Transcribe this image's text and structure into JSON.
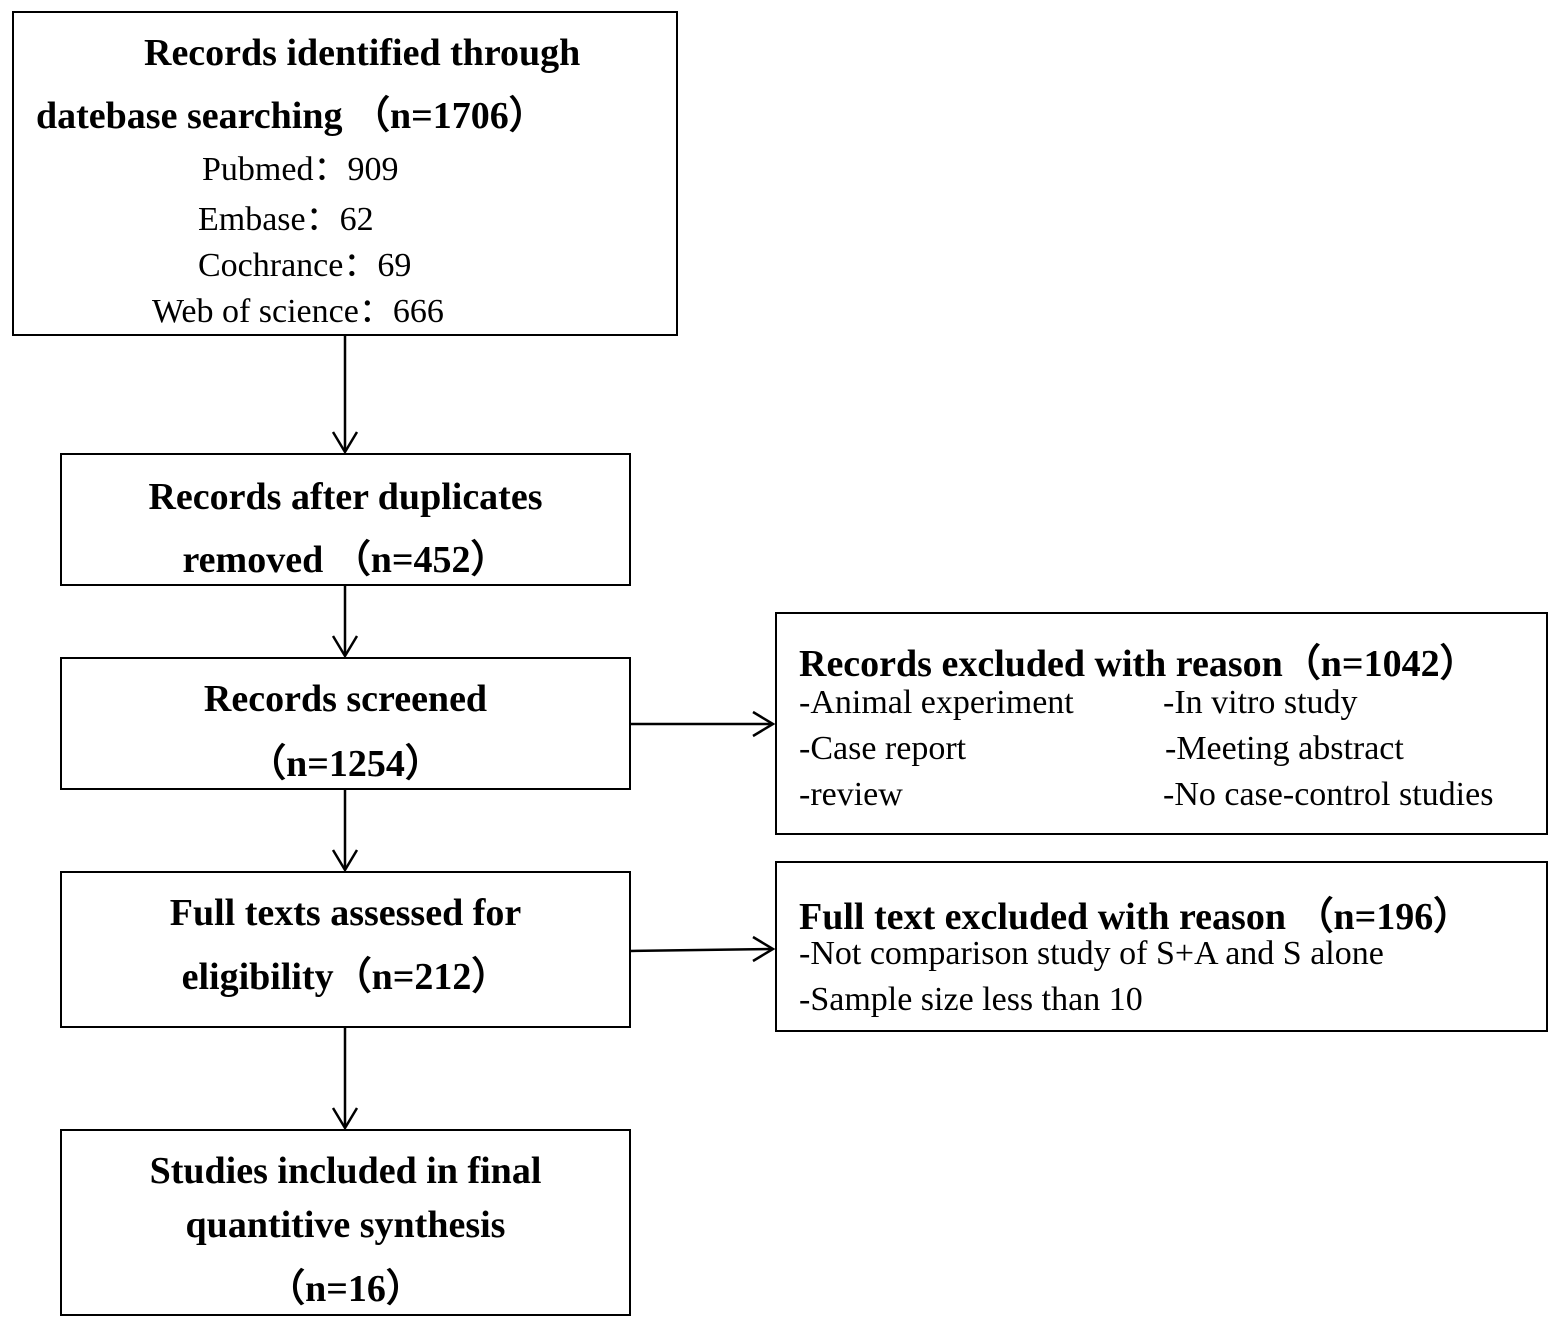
{
  "boxes": {
    "identified": {
      "title_line1": "Records identified through",
      "title_line2": "datebase searching （n=1706）",
      "sources": [
        "Pubmed：909",
        "Embase：62",
        "Cochrance：69",
        "Web of science：666"
      ]
    },
    "duplicates_removed": {
      "line1": "Records after duplicates",
      "line2": "removed （n=452）"
    },
    "screened": {
      "line1": "Records screened",
      "line2": "（n=1254）"
    },
    "full_texts": {
      "line1": "Full texts assessed for",
      "line2": "eligibility（n=212）"
    },
    "included": {
      "line1": "Studies included in final",
      "line2": "quantitive synthesis",
      "line3": "（n=16）"
    },
    "excluded_records": {
      "title": "Records excluded with reason（n=1042）",
      "reasons_left": [
        "-Animal experiment",
        "-Case report",
        "-review"
      ],
      "reasons_right": [
        "-In vitro study",
        "-Meeting abstract",
        "-No case-control studies"
      ]
    },
    "excluded_full_text": {
      "title": "Full text excluded with reason （n=196）",
      "reasons": [
        "-Not comparison study of  S+A and S alone",
        "-Sample size less than 10"
      ]
    }
  }
}
